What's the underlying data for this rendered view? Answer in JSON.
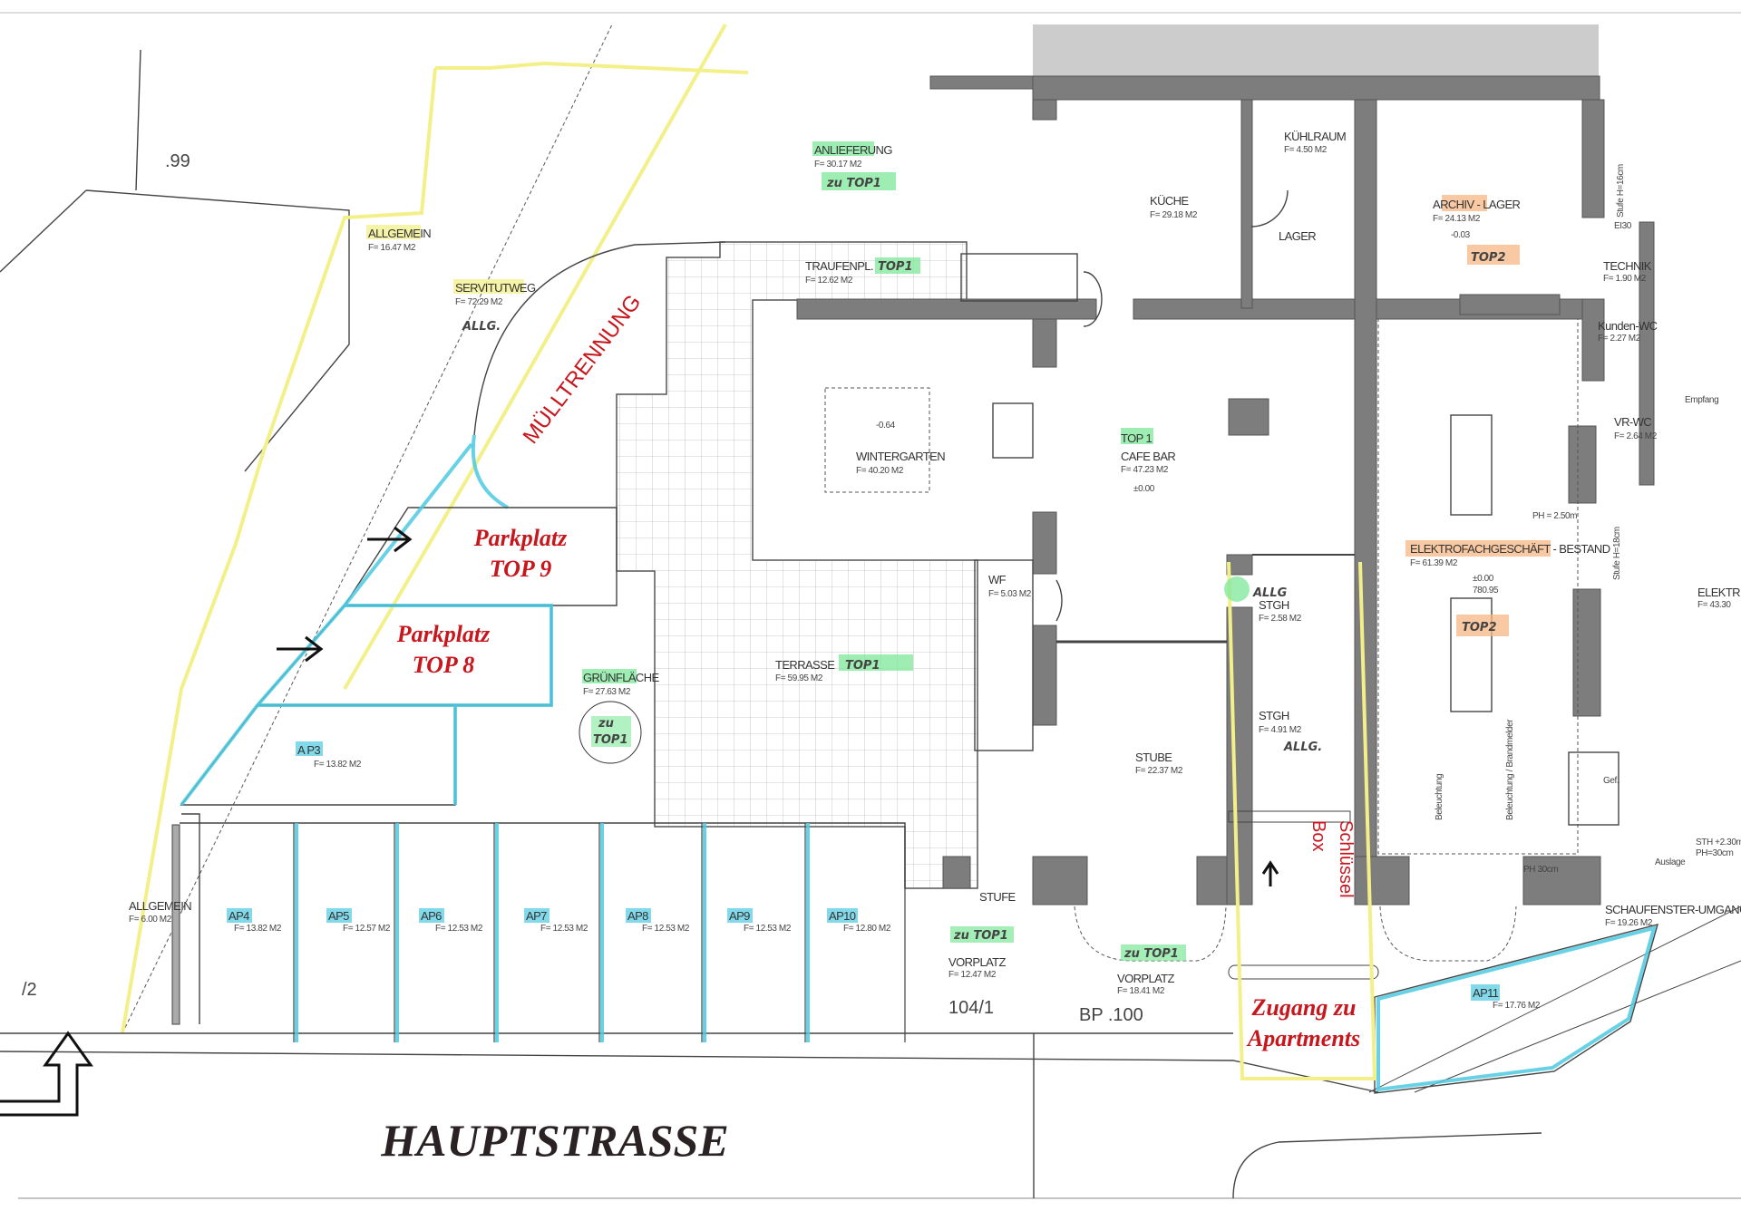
{
  "title": "Erdgeschoss Lageplan",
  "street": "HAUPTSTRASSE",
  "parcels": {
    "p99": ".99",
    "p2": "/2",
    "p104": "104/1",
    "bp100": "BP .100"
  },
  "annotations": {
    "muelltrennung": "MÜLLTRENNUNG",
    "parkplatz9": [
      "Parkplatz",
      "TOP 9"
    ],
    "parkplatz8": [
      "Parkplatz",
      "TOP 8"
    ],
    "zugang": [
      "Zugang zu",
      "Apartments"
    ],
    "schluessel": [
      "Schlüssel",
      "Box"
    ]
  },
  "rooms": {
    "allgemein1": {
      "name": "ALLGEMEIN",
      "area": "F= 16.47 M2"
    },
    "servitutweg": {
      "name": "SERVITUTWEG",
      "area": "F= 72.29 M2",
      "note": "ALLG."
    },
    "anlieferung": {
      "name": "ANLIEFERUNG",
      "area": "F= 30.17 M2",
      "note": "zu TOP1"
    },
    "traufenpl": {
      "name": "TRAUFENPL.",
      "area": "F= 12.62 M2",
      "note": "TOP1"
    },
    "kuehlraum": {
      "name": "KÜHLRAUM",
      "area": "F=  4.50 M2"
    },
    "kueche": {
      "name": "KÜCHE",
      "area": "F= 29.18 M2"
    },
    "lager": {
      "name": "LAGER"
    },
    "archiv": {
      "name": "ARCHIV - LAGER",
      "area": "F= 24.13 M2",
      "level": "-0.03",
      "note": "TOP2"
    },
    "technik": {
      "name": "TECHNIK",
      "area": "F=  1.90 M2",
      "door": "EI30"
    },
    "stufe16": "Stufe H=16cm",
    "kundenwc": {
      "name": "Kunden-WC",
      "area": "F=  2.27 M2"
    },
    "empfang": "Empfang",
    "vrwc": {
      "name": "VR-WC",
      "area": "F=  2.64 M2"
    },
    "wintergarten": {
      "name": "WINTERGARTEN",
      "area": "F= 40.20 M2",
      "level": "-0.64"
    },
    "cafebar": {
      "top": "TOP 1",
      "name": "CAFE BAR",
      "area": "F= 47.23 M2",
      "level": "±0.00"
    },
    "wf": {
      "name": "WF",
      "area": "F=  5.03 M2"
    },
    "stgh1": {
      "name": "STGH",
      "area": "F=  2.58 M2",
      "note": "ALLG"
    },
    "stgh2": {
      "name": "STGH",
      "area": "F=  4.91 M2",
      "note": "ALLG."
    },
    "elektro": {
      "name": "ELEKTROFACHGESCHÄFT - BESTAND",
      "area": "F= 61.39 M2",
      "level": "±0.00",
      "level2": "780.95",
      "note": "TOP2",
      "ph": "PH = 2.50m"
    },
    "stufe18": "Stufe H=18cm",
    "elektr": {
      "name": "ELEKTR",
      "area": "F= 43.30"
    },
    "beleuchtung": "Beleuchtung",
    "brandmelder": "Beleuchtung / Brandmelder",
    "gef": "Gef.",
    "ph30": "PH 30cm",
    "sth": "STH +2.30m",
    "sthph": "PH=30cm",
    "auslage": "Auslage",
    "schaufenster": {
      "name": "SCHAUFENSTER-UMGANG",
      "area": "F= 19.26 M2"
    },
    "terrasse": {
      "name": "TERRASSE",
      "area": "F= 59.95 M2",
      "note": "TOP1"
    },
    "gruenflaeche": {
      "name": "GRÜNFLÄCHE",
      "area": "F= 27.63 M2",
      "note1": "zu",
      "note2": "TOP1"
    },
    "ap3": {
      "name": "A P3",
      "area": "F= 13.82 M2"
    },
    "stube": {
      "name": "STUBE",
      "area": "F= 22.37 M2"
    },
    "stufe": "STUFE",
    "allgemein2": {
      "name": "ALLGEMEIN",
      "area": "F=  6.00 M2"
    },
    "vorplatz1": {
      "name": "VORPLATZ",
      "area": "F= 12.47 M2",
      "note": "zu TOP1"
    },
    "vorplatz2": {
      "name": "VORPLATZ",
      "area": "F= 18.41 M2",
      "note": "zu TOP1"
    },
    "ap11": {
      "name": "AP11",
      "area": "F= 17.76 M2"
    }
  },
  "parking": [
    {
      "name": "AP4",
      "area": "F= 13.82 M2"
    },
    {
      "name": "AP5",
      "area": "F= 12.57 M2"
    },
    {
      "name": "AP6",
      "area": "F= 12.53 M2"
    },
    {
      "name": "AP7",
      "area": "F= 12.53 M2"
    },
    {
      "name": "AP8",
      "area": "F= 12.53 M2"
    },
    {
      "name": "AP9",
      "area": "F= 12.53 M2"
    },
    {
      "name": "AP10",
      "area": "F= 12.80 M2"
    }
  ],
  "colors": {
    "green": "#7ee89a",
    "orange": "#f6b784",
    "blue": "#4cc9e0",
    "yellow": "#f3f08a",
    "red": "#c8161d",
    "wall": "#7d7d7d"
  }
}
